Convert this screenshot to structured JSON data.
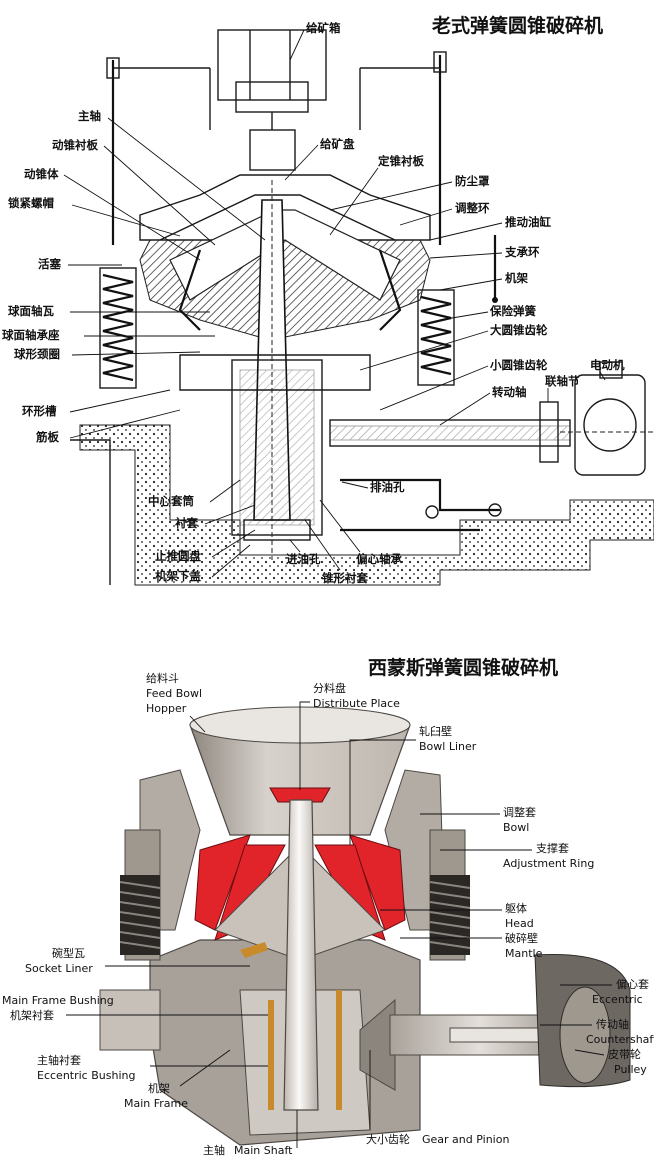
{
  "top": {
    "title": "老式弹簧圆锥破碎机",
    "labels": {
      "feed_box": "给矿箱",
      "main_shaft": "主轴",
      "mantle_liner": "动锥衬板",
      "moving_cone": "动锥体",
      "lock_nut": "锁紧螺帽",
      "piston": "活塞",
      "spherical_bearing": "球面轴瓦",
      "spherical_seat": "球面轴承座",
      "spherical_neck": "球形颈圈",
      "ring_groove": "环形槽",
      "rib": "筋板",
      "feed_plate": "给矿盘",
      "fixed_liner": "定锥衬板",
      "dust_cover": "防尘罩",
      "adjust_ring": "调整环",
      "push_cylinder": "推动油缸",
      "support_ring": "支承环",
      "frame": "机架",
      "safety_spring": "保险弹簧",
      "big_bevel": "大圆锥齿轮",
      "small_bevel": "小圆锥齿轮",
      "motor": "电动机",
      "drive_shaft": "转动轴",
      "coupling": "联轴节",
      "oil_outlet": "排油孔",
      "center_sleeve": "中心套筒",
      "bushing": "衬套",
      "thrust_disc": "止推圆盘",
      "frame_cover": "机架下盖",
      "oil_inlet": "进油孔",
      "eccentric_bearing": "偏心轴承",
      "cone_bushing": "锥形衬套"
    }
  },
  "bottom": {
    "title": "西蒙斯弹簧圆锥破碎机",
    "labels": {
      "hopper_cn": "给料斗",
      "hopper_en1": "Feed Bowl",
      "hopper_en2": "Hopper",
      "distribute_cn": "分料盘",
      "distribute_en": "Distribute Place",
      "bowl_liner_cn": "轧臼壁",
      "bowl_liner_en": "Bowl Liner",
      "bowl_cn": "调整套",
      "bowl_en": "Bowl",
      "adj_ring_cn": "支撑套",
      "adj_ring_en": "Adjustment Ring",
      "head_cn": "躯体",
      "head_en": "Head",
      "mantle_cn": "破碎壁",
      "mantle_en": "Mantle",
      "socket_cn": "碗型瓦",
      "socket_en": "Socket Liner",
      "mf_bushing_en": "Main Frame Bushing",
      "mf_bushing_cn": "机架衬套",
      "ecc_bushing_cn": "主轴衬套",
      "ecc_bushing_en": "Eccentric Bushing",
      "main_frame_cn": "机架",
      "main_frame_en": "Main Frame",
      "main_shaft_cn": "主轴",
      "main_shaft_en": "Main Shaft",
      "gear_cn": "大小齿轮",
      "gear_en": "Gear and Pinion",
      "eccentric_cn": "偏心套",
      "eccentric_en": "Eccentric",
      "countershaft_cn": "传动轴",
      "countershaft_en": "Countershaft",
      "pulley_cn": "皮带轮",
      "pulley_en": "Pulley"
    }
  },
  "colors": {
    "liner_red": "#e0242a",
    "metal_light": "#d9d4cf",
    "metal_mid": "#b9b2ab",
    "metal_dark": "#6e6863",
    "brass": "#c98a2b"
  }
}
